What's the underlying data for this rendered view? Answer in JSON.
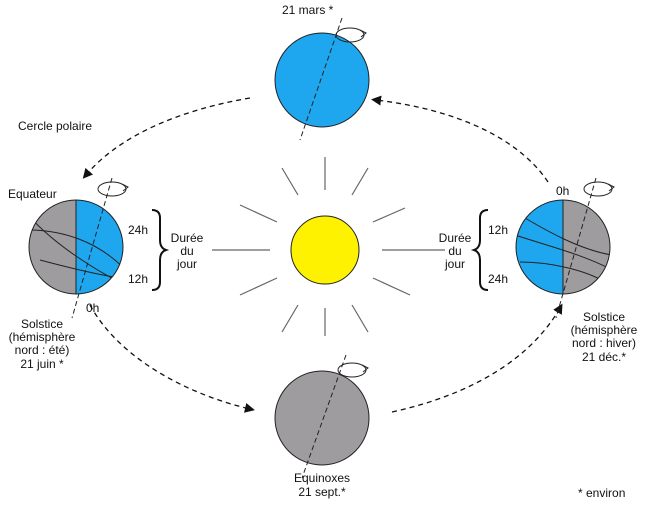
{
  "labels": {
    "top_date": "21 mars *",
    "polar_circle": "Cercle polaire",
    "equator": "Equateur",
    "left_24h": "24h",
    "left_12h": "12h",
    "left_0h": "0h",
    "left_duration_1": "Durée",
    "left_duration_2": "du",
    "left_duration_3": "jour",
    "right_duration_1": "Durée",
    "right_duration_2": "du",
    "right_duration_3": "jour",
    "right_0h": "0h",
    "right_12h": "12h",
    "right_24h": "24h",
    "left_solstice_1": "Solstice",
    "left_solstice_2": "(hémisphère",
    "left_solstice_3": "nord : été)",
    "left_solstice_4": "21 juin *",
    "right_solstice_1": "Solstice",
    "right_solstice_2": "(hémisphère",
    "right_solstice_3": "nord : hiver)",
    "right_solstice_4": "21 déc.*",
    "bottom_1": "Equinoxes",
    "bottom_2": "21 sept.*",
    "footnote": "* environ"
  },
  "colors": {
    "day": "#1ea7ee",
    "night": "#9f9c9f",
    "sun": "#fff200",
    "line": "#111111",
    "ray": "#666666"
  }
}
